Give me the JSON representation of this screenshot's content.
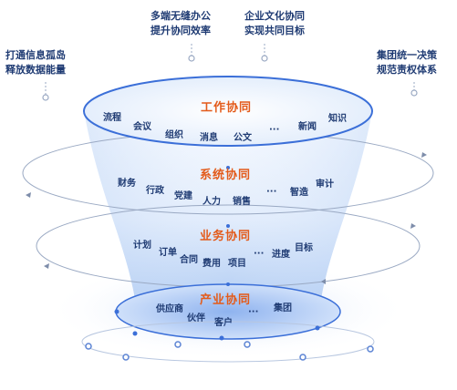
{
  "callouts": {
    "top_left_1": {
      "line1": "多端无缝办公",
      "line2": "提升协同效率"
    },
    "top_right_1": {
      "line1": "企业文化协同",
      "line2": "实现共同目标"
    },
    "left": {
      "line1": "打通信息孤岛",
      "line2": "释放数据能量"
    },
    "right": {
      "line1": "集团统一决策",
      "line2": "规范责权体系"
    }
  },
  "layers": {
    "work": {
      "title": "工作协同",
      "items": [
        "流程",
        "会议",
        "组织",
        "消息",
        "公文",
        "···",
        "新闻",
        "知识"
      ]
    },
    "system": {
      "title": "系统协同",
      "items": [
        "财务",
        "行政",
        "党建",
        "人力",
        "销售",
        "···",
        "智造",
        "审计"
      ]
    },
    "business": {
      "title": "业务协同",
      "items": [
        "计划",
        "订单",
        "合同",
        "费用",
        "项目",
        "···",
        "进度",
        "目标"
      ]
    },
    "industry": {
      "title": "产业协同",
      "items": [
        "供应商",
        "伙伴",
        "客户",
        "···",
        "集团"
      ]
    }
  },
  "colors": {
    "title": "#e35b1b",
    "text": "#1f3b73",
    "accent": "#3b6fd8",
    "funnel_top": "#f4f8ff",
    "funnel_bottom": "#8eb4ee"
  }
}
